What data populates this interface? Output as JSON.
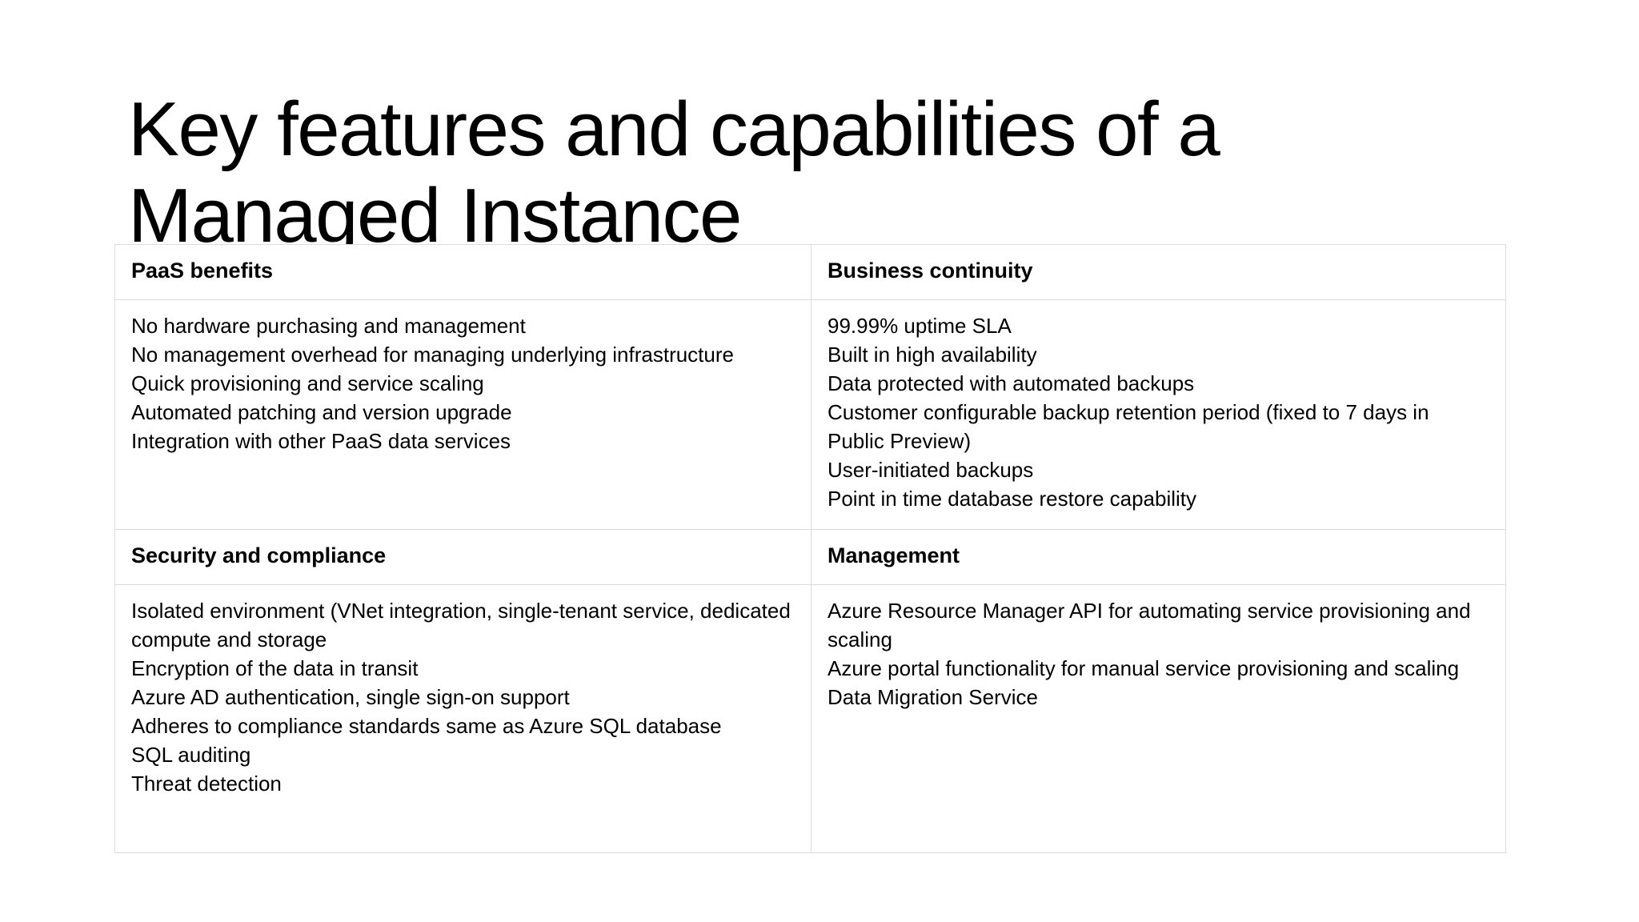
{
  "slide": {
    "title": "Key features and capabilities of a Managed Instance",
    "background_color": "#ffffff",
    "text_color": "#000000",
    "border_color": "#dcdcdc"
  },
  "table": {
    "rows": [
      {
        "cells": [
          {
            "header": "PaaS benefits",
            "items": [
              "No hardware purchasing and management",
              "No management overhead for managing underlying infrastructure",
              "Quick provisioning and service scaling",
              "Automated patching and version upgrade",
              "Integration with other PaaS data services"
            ]
          },
          {
            "header": "Business continuity",
            "items": [
              "99.99% uptime SLA",
              "Built in high availability",
              "Data protected with automated backups",
              "Customer configurable backup retention period (fixed to 7 days in Public Preview)",
              "User-initiated backups",
              "Point in time database restore capability"
            ]
          }
        ]
      },
      {
        "cells": [
          {
            "header": "Security and compliance",
            "items": [
              "Isolated environment (VNet integration, single-tenant service, dedicated compute and storage",
              "Encryption of the data in transit",
              "Azure AD authentication, single sign-on support",
              "Adheres to compliance standards same as Azure SQL database",
              "SQL auditing",
              "Threat detection"
            ]
          },
          {
            "header": "Management",
            "items": [
              "Azure Resource Manager API for automating service provisioning and scaling",
              "Azure portal functionality for manual service provisioning and scaling",
              "Data Migration Service"
            ]
          }
        ]
      }
    ]
  }
}
